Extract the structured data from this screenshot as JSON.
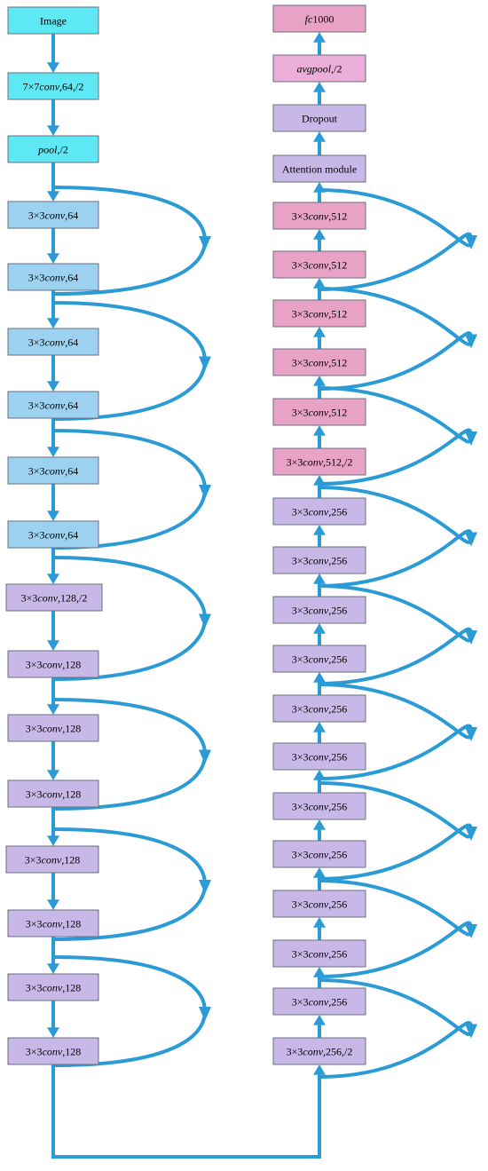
{
  "colors": {
    "arrow": "#2b9bd6",
    "cyan": "#5ee8f4",
    "blue": "#9cd2ef",
    "lavender": "#c7b8e8",
    "pink": "#e7a2c6",
    "pink_light": "#eaaed8"
  },
  "left_column": [
    {
      "label": "Image",
      "color": "cyan"
    },
    {
      "label": "7×7conv,64,/2",
      "color": "cyan"
    },
    {
      "label": "pool,/2",
      "color": "cyan"
    },
    {
      "label": "3×3conv,64",
      "color": "blue"
    },
    {
      "label": "3×3conv,64",
      "color": "blue"
    },
    {
      "label": "3×3conv,64",
      "color": "blue"
    },
    {
      "label": "3×3conv,64",
      "color": "blue"
    },
    {
      "label": "3×3conv,64",
      "color": "blue"
    },
    {
      "label": "3×3conv,64",
      "color": "blue"
    },
    {
      "label": "3×3conv,128,/2",
      "color": "lavender"
    },
    {
      "label": "3×3conv,128",
      "color": "lavender"
    },
    {
      "label": "3×3conv,128",
      "color": "lavender"
    },
    {
      "label": "3×3conv,128",
      "color": "lavender"
    },
    {
      "label": "3×3conv,128",
      "color": "lavender"
    },
    {
      "label": "3×3conv,128",
      "color": "lavender"
    },
    {
      "label": "3×3conv,128",
      "color": "lavender"
    },
    {
      "label": "3×3conv,128",
      "color": "lavender"
    }
  ],
  "right_column": [
    {
      "label": "fc1000",
      "color": "pink"
    },
    {
      "label": "avgpool,/2",
      "color": "pink_light"
    },
    {
      "label": "Dropout",
      "color": "lavender"
    },
    {
      "label": "Attention module",
      "color": "lavender"
    },
    {
      "label": "3×3conv,512",
      "color": "pink"
    },
    {
      "label": "3×3conv,512",
      "color": "pink"
    },
    {
      "label": "3×3conv,512",
      "color": "pink"
    },
    {
      "label": "3×3conv,512",
      "color": "pink"
    },
    {
      "label": "3×3conv,512",
      "color": "pink"
    },
    {
      "label": "3×3conv,512,/2",
      "color": "pink"
    },
    {
      "label": "3×3conv,256",
      "color": "lavender"
    },
    {
      "label": "3×3conv,256",
      "color": "lavender"
    },
    {
      "label": "3×3conv,256",
      "color": "lavender"
    },
    {
      "label": "3×3conv,256",
      "color": "lavender"
    },
    {
      "label": "3×3conv,256",
      "color": "lavender"
    },
    {
      "label": "3×3conv,256",
      "color": "lavender"
    },
    {
      "label": "3×3conv,256",
      "color": "lavender"
    },
    {
      "label": "3×3conv,256",
      "color": "lavender"
    },
    {
      "label": "3×3conv,256",
      "color": "lavender"
    },
    {
      "label": "3×3conv,256",
      "color": "lavender"
    },
    {
      "label": "3×3conv,256",
      "color": "lavender"
    },
    {
      "label": "3×3conv,256,/2",
      "color": "lavender"
    }
  ]
}
